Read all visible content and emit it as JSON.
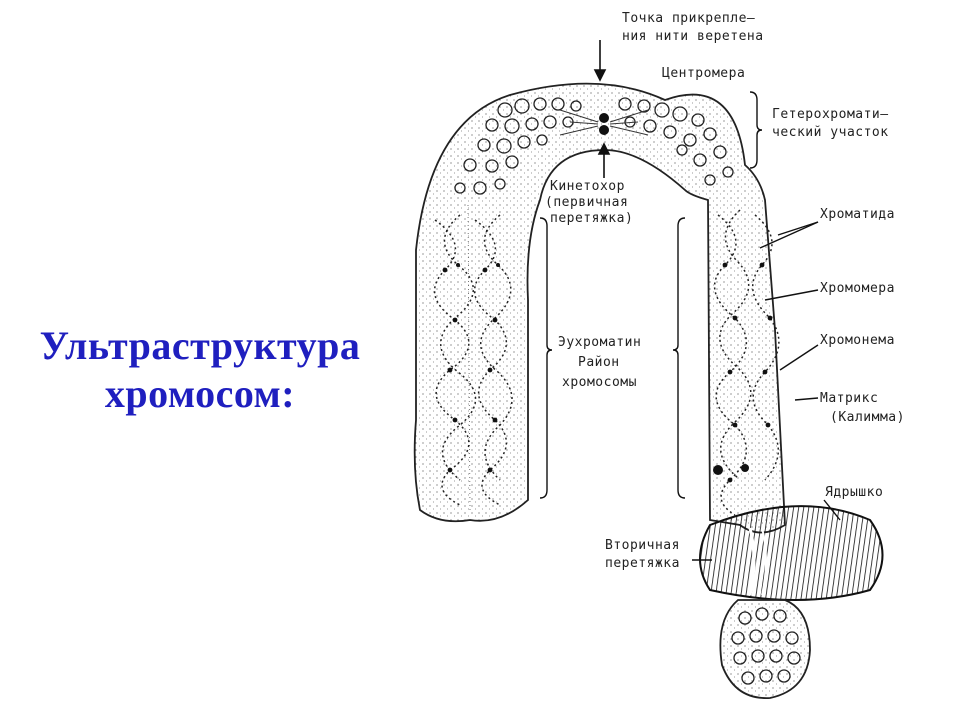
{
  "slide": {
    "title_line1": "Ультраструктура",
    "title_line2": "хромосом:"
  },
  "figure": {
    "labels": {
      "spindle_point_1": "Точка прикрепле–",
      "spindle_point_2": "ния нити веретена",
      "centromere": "Центромера",
      "heterochromatic_1": "Гетерохромати–",
      "heterochromatic_2": "ческий участок",
      "kinetochore_1": "Кинетохор",
      "kinetochore_2": "(первичная",
      "kinetochore_3": "перетяжка)",
      "chromatid": "Хроматида",
      "chromomere": "Хромомера",
      "chromonema": "Хромонема",
      "matrix_1": "Матрикс",
      "matrix_2": "(Калимма)",
      "euchromatin_1": "Эухроматин",
      "euchromatin_2": "Район",
      "euchromatin_3": "хромосомы",
      "nucleolus": "Ядрышко",
      "secondary_1": "Вторичная",
      "secondary_2": "перетяжка"
    }
  }
}
